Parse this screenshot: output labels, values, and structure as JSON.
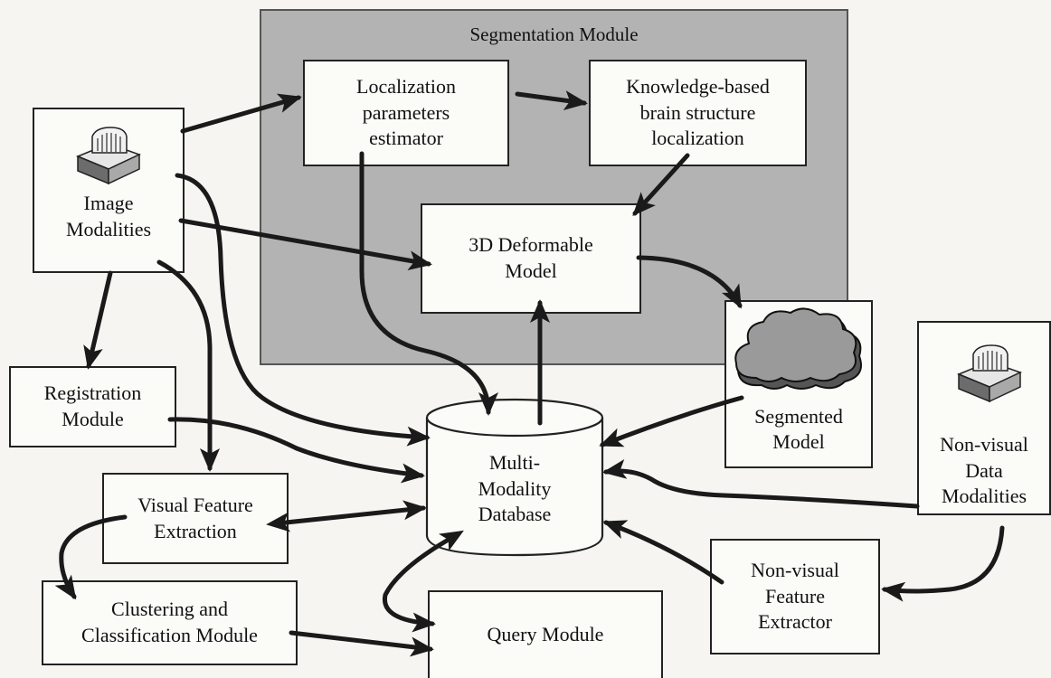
{
  "segmentation_module": {
    "title": "Segmentation Module",
    "localization_estimator": [
      "Localization",
      "parameters",
      "estimator"
    ],
    "knowledge_localization": [
      "Knowledge-based",
      "brain structure",
      "localization"
    ],
    "deformable_model": [
      "3D Deformable",
      "Model"
    ]
  },
  "image_modalities": [
    "Image",
    "Modalities"
  ],
  "segmented_model": [
    "Segmented",
    "Model"
  ],
  "non_visual_data_modalities": [
    "Non-visual",
    "Data",
    "Modalities"
  ],
  "registration_module": [
    "Registration",
    "Module"
  ],
  "database": [
    "Multi-",
    "Modality",
    "Database"
  ],
  "visual_feature_extraction": [
    "Visual Feature",
    "Extraction"
  ],
  "non_visual_feature_extractor": [
    "Non-visual",
    "Feature",
    "Extractor"
  ],
  "clustering_module": [
    "Clustering and",
    "Classification Module"
  ],
  "query_module": "Query Module",
  "colors": {
    "segmentation_background": "#b3b3b3",
    "box_fill": "#fbfbf8",
    "line": "#1a1a1a",
    "paper": "#f6f5f1"
  },
  "icons": [
    "scanner-icon",
    "cloud-icon"
  ]
}
